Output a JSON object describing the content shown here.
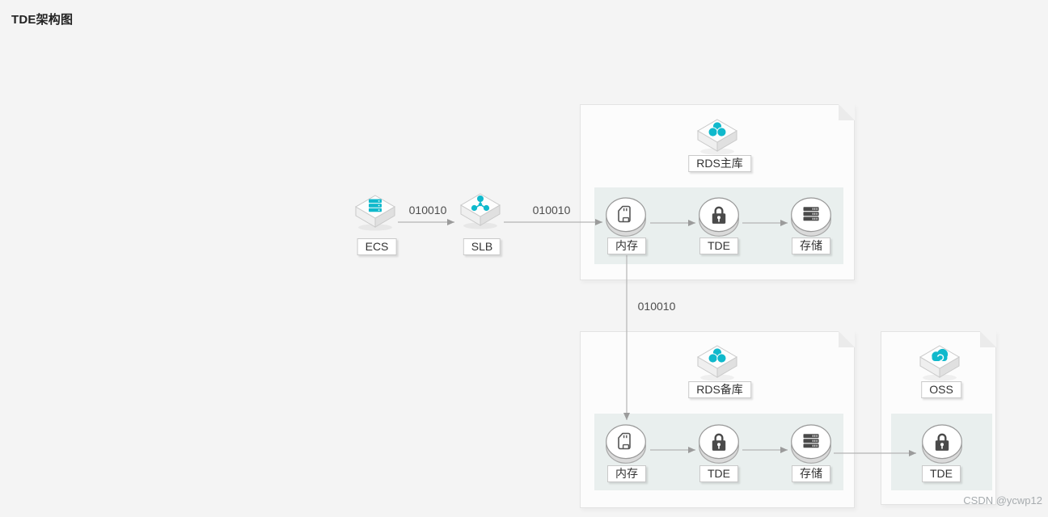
{
  "title": "TDE架构图",
  "watermark": "CSDN @ycwp12",
  "colors": {
    "accent_cyan": "#10b9cc",
    "canvas_bg": "#f4f4f4",
    "panel_bg": "#fcfcfc",
    "pipeline_bg": "#e9efee",
    "arrow_gray": "#9b9b9b",
    "tag_text": "#333333"
  },
  "nodes": {
    "ecs": {
      "label": "ECS",
      "icon": "server-stack"
    },
    "slb": {
      "label": "SLB",
      "icon": "load-balancer"
    }
  },
  "edge_labels": {
    "ecs_to_slb": "010010",
    "slb_to_rds": "010010",
    "master_to_slave": "010010"
  },
  "groups": {
    "master": {
      "title": "RDS主库",
      "steps": [
        {
          "label": "内存",
          "icon": "memory-card"
        },
        {
          "label": "TDE",
          "icon": "lock"
        },
        {
          "label": "存储",
          "icon": "storage-server"
        }
      ]
    },
    "slave": {
      "title": "RDS备库",
      "steps": [
        {
          "label": "内存",
          "icon": "memory-card"
        },
        {
          "label": "TDE",
          "icon": "lock"
        },
        {
          "label": "存储",
          "icon": "storage-server"
        }
      ]
    },
    "oss": {
      "title": "OSS",
      "steps": [
        {
          "label": "TDE",
          "icon": "lock"
        }
      ]
    }
  }
}
